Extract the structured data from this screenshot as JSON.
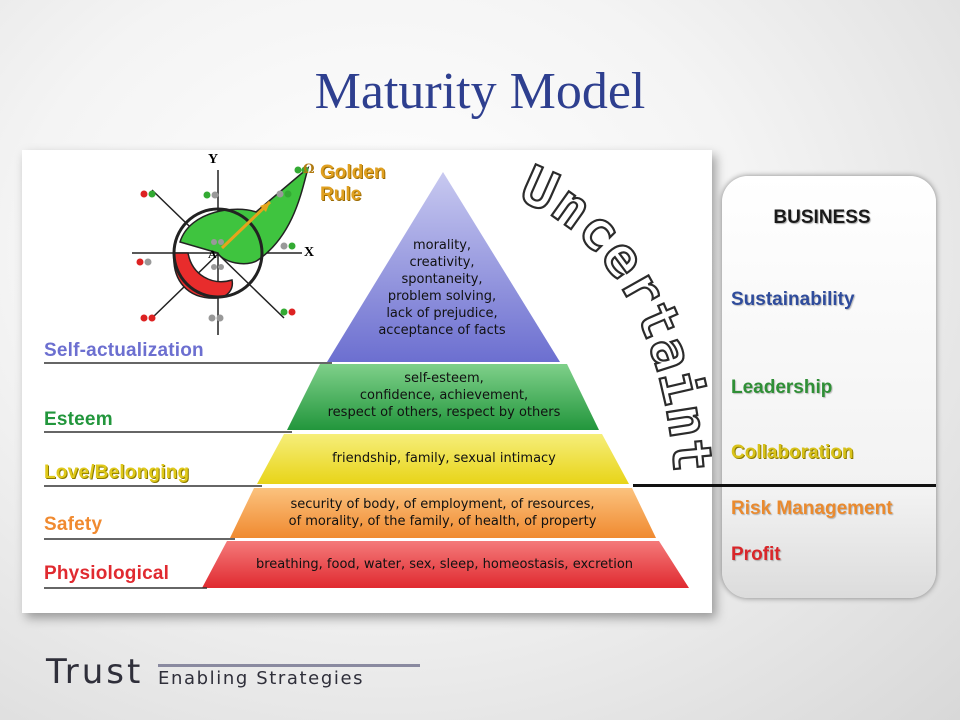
{
  "slide": {
    "title": "Maturity Model",
    "golden_rule": [
      "Golden",
      "Rule"
    ],
    "uncertainty": "Uncertainty",
    "diagram": {
      "axis_y": "Y",
      "axis_x": "X",
      "point_a": "A",
      "omega": "Ω"
    },
    "levels": [
      {
        "label": "Self-actualization",
        "color": "#7e80d8"
      },
      {
        "label": "Esteem",
        "color": "#2ea043"
      },
      {
        "label": "Love/Belonging",
        "color": "#e8d81e"
      },
      {
        "label": "Safety",
        "color": "#f0923a"
      },
      {
        "label": "Physiological",
        "color": "#e0343a"
      }
    ],
    "tiers": [
      {
        "lines": [
          "morality,",
          "creativity,",
          "spontaneity,",
          "problem solving,",
          "lack of prejudice,",
          "acceptance of facts"
        ]
      },
      {
        "lines": [
          "self-esteem,",
          "confidence, achievement,",
          "respect of others, respect by others"
        ]
      },
      {
        "lines": [
          "friendship, family, sexual intimacy"
        ]
      },
      {
        "lines": [
          "security of body, of employment, of resources,",
          "of morality, of the family, of health, of property"
        ]
      },
      {
        "lines": [
          "breathing, food, water, sex, sleep, homeostasis, excretion"
        ]
      }
    ],
    "business": {
      "title": "BUSINESS",
      "items": [
        {
          "label": "Sustainability",
          "color": "#2f4c9c"
        },
        {
          "label": "Leadership",
          "color": "#2f8f36"
        },
        {
          "label": "Collaboration",
          "color": "#d8c21a"
        },
        {
          "label": "Risk Management",
          "color": "#ea8a2e"
        },
        {
          "label": "Profit",
          "color": "#d9262a"
        }
      ]
    },
    "logo": {
      "main": "Trust",
      "sub": "Enabling Strategies"
    }
  }
}
